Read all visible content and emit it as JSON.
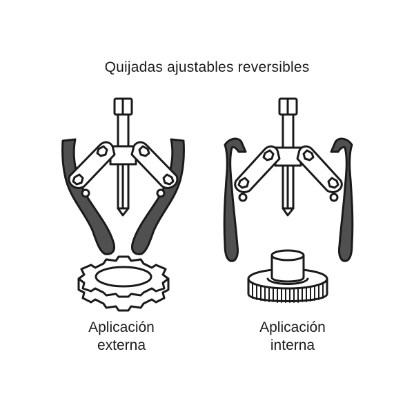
{
  "header": {
    "title": "Quijadas ajustables reversibles"
  },
  "diagrams": [
    {
      "caption_line1": "Aplicación",
      "caption_line2": "externa"
    },
    {
      "caption_line1": "Aplicación",
      "caption_line2": "interna"
    }
  ],
  "colors": {
    "arm": "#505050",
    "outline": "#1a1a1a",
    "background": "#ffffff"
  }
}
